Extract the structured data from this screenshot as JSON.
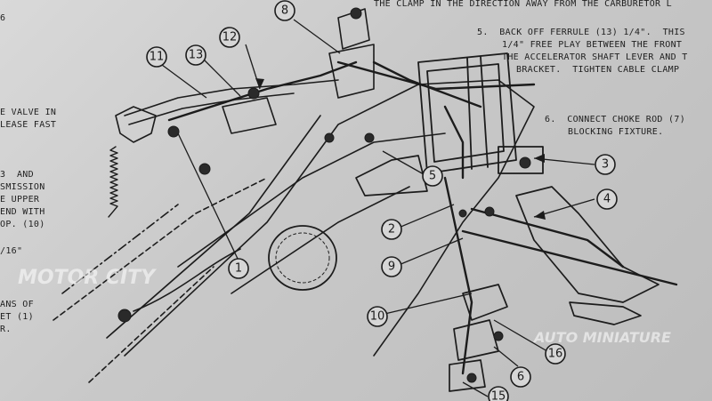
{
  "instructions_top": "THE CLAMP IN THE DIRECTION AWAY FROM THE CARBURETOR L",
  "step5": {
    "line1": "5.  BACK OFF FERRULE (13) 1/4\".  THIS",
    "line2": "1/4\" FREE PLAY BETWEEN THE FRONT",
    "line3": "THE ACCELERATOR SHAFT LEVER AND T",
    "line4": "BRACKET.  TIGHTEN CABLE CLAMP"
  },
  "step6": {
    "line1": "6.  CONNECT CHOKE ROD (7)",
    "line2": "BLOCKING FIXTURE."
  },
  "left_margin": {
    "circ6": "6",
    "l1": "E VALVE IN",
    "l2": "LEASE FAST",
    "l3": "3  AND",
    "l4": "SMISSION",
    "l5": "E UPPER",
    "l6": "END WITH",
    "l7": "OP. (10)",
    "l8": "/16\"",
    "l9": "ANS OF",
    "l10": "ET (1)",
    "l11": "R."
  },
  "callouts": [
    {
      "label": "1"
    },
    {
      "label": "2"
    },
    {
      "label": "3"
    },
    {
      "label": "4"
    },
    {
      "label": "5"
    },
    {
      "label": "6"
    },
    {
      "label": "8"
    },
    {
      "label": "9"
    },
    {
      "label": "10"
    },
    {
      "label": "11"
    },
    {
      "label": "12"
    },
    {
      "label": "13"
    },
    {
      "label": "15"
    },
    {
      "label": "16"
    }
  ],
  "watermark": {
    "text1": "MOTOR CITY",
    "text2": "AUTO MINIATURE"
  }
}
